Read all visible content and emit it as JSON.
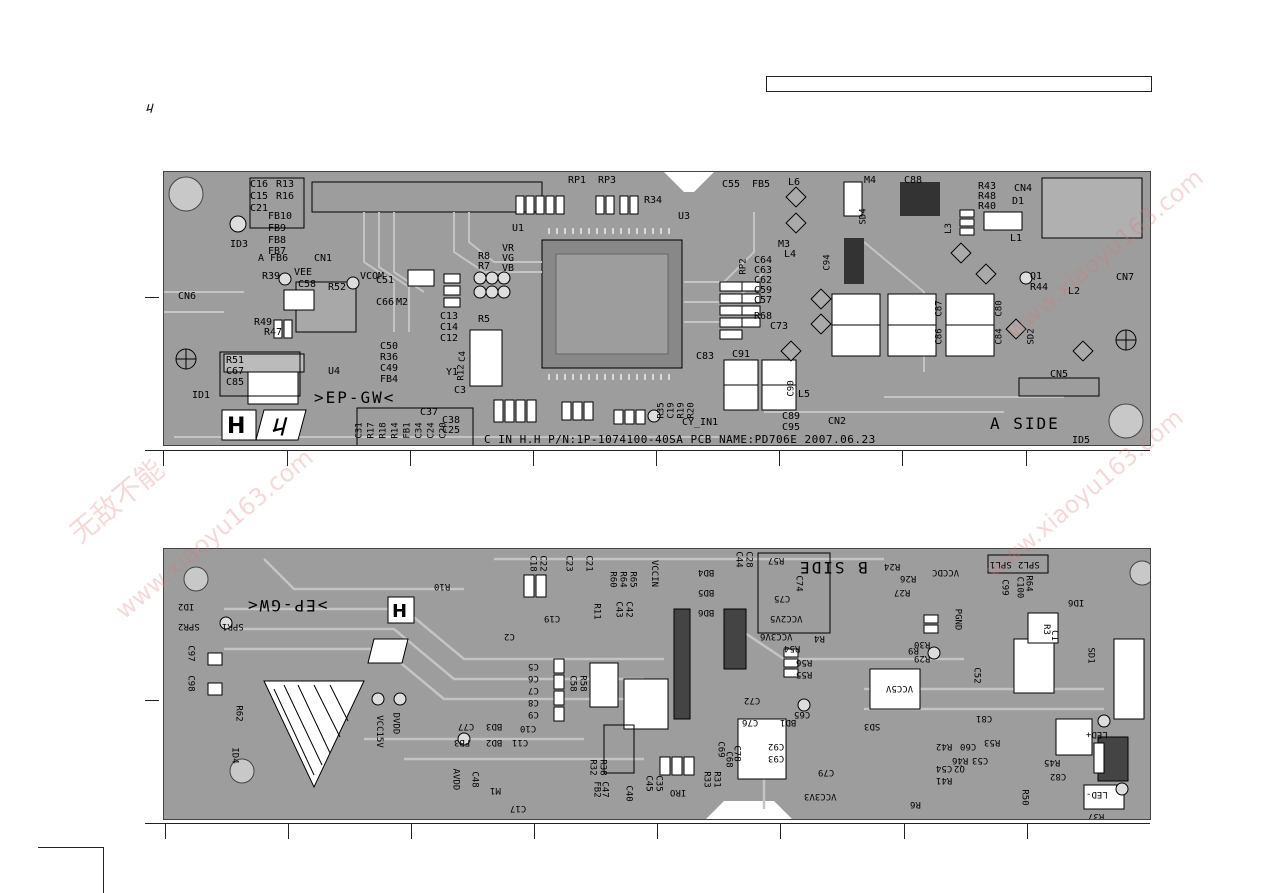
{
  "title_box": "",
  "top_board": {
    "part_number": "C_IN H.H P/N:1P-1074100-40SA  PCB NAME:PD706E  2007.06.23",
    "side": "A SIDE",
    "model": ">EP-GW<",
    "labels": {
      "c16": "C16",
      "c15": "C15",
      "c21": "C21",
      "r13": "R13",
      "r16": "R16",
      "fb10": "FB10",
      "fb9": "FB9",
      "fb8": "FB8",
      "fb7": "FB7",
      "fb6": "A FB6",
      "id3": "ID3",
      "cn1": "CN1",
      "cn6": "CN6",
      "r39": "R39",
      "vee": "VEE",
      "c58": "C58",
      "r52": "R52",
      "vcom": "VCOM",
      "c51": "C51",
      "c66": "C66",
      "m2": "M2",
      "r49": "R49",
      "r47": "R47",
      "u4": "U4",
      "r51": "R51",
      "c67": "C67",
      "c85": "C85",
      "id1": "ID1",
      "c50": "C50",
      "r36": "R36",
      "c49": "C49",
      "fb4": "FB4",
      "c13": "C13",
      "c14": "C14",
      "c12": "C12",
      "r5": "R5",
      "y1": "Y1",
      "c3": "C3",
      "r12": "R12",
      "c4": "C4",
      "u1": "U1",
      "r8": "R8",
      "r7": "R7",
      "vr": "VR",
      "vg": "VG",
      "vb": "VB",
      "rp1": "RP1",
      "rp3": "RP3",
      "r34": "R34",
      "u3": "U3",
      "c55": "C55",
      "fb5": "FB5",
      "l6": "L6",
      "m4": "M4",
      "c88": "C88",
      "m3": "M3",
      "l4": "L4",
      "c64": "C64",
      "c63": "C63",
      "c62": "C62",
      "c59": "C59",
      "c57": "C57",
      "r68": "R68",
      "c73": "C73",
      "rp2": "RP2",
      "c94": "C94",
      "sd4": "SD4",
      "c91": "C91",
      "c83": "C83",
      "l5": "L5",
      "c90": "C90",
      "c89": "C89",
      "c95": "C95",
      "cn2": "CN2",
      "r43": "R43",
      "r48": "R48",
      "r40": "R40",
      "cn4": "CN4",
      "d1": "D1",
      "l3": "L3",
      "l1": "L1",
      "q1": "Q1",
      "r44": "R44",
      "l2": "L2",
      "cn7": "CN7",
      "c87": "C87",
      "c86": "C86",
      "c80": "C80",
      "c84": "C84",
      "sd2": "SD2",
      "cn5": "CN5",
      "id5": "ID5",
      "c37": "C37",
      "c38": "C38",
      "c25": "C25",
      "c31": "C31",
      "r17": "R17",
      "r18": "R18",
      "r14": "R14",
      "fb1": "FB1",
      "c34": "C34",
      "c24": "C24",
      "c20": "C20",
      "r35": "R35",
      "c19": "C19",
      "r19": "R19",
      "r20": "R20",
      "cy_in1": "CY_IN1"
    }
  },
  "bottom_board": {
    "side": "B SIDE",
    "model": ">EP-GW<",
    "labels": {
      "id2": "ID2",
      "spr2": "SPR2",
      "spr1": "SPR1",
      "c97": "C97",
      "c98": "C98",
      "r62": "R62",
      "id4": "ID4",
      "r10": "R10",
      "c22": "C22",
      "c18": "C18",
      "c23": "C23",
      "c21": "C21",
      "c19": "C19",
      "c2": "C2",
      "r11": "R11",
      "r60": "R60",
      "r64": "R64",
      "r65": "R65",
      "c43": "C43",
      "c42": "C42",
      "vccin": "VCCIN",
      "c5": "C5",
      "c6": "C6",
      "c7": "C7",
      "c8": "C8",
      "c9": "C9",
      "c10": "C10",
      "c11": "C11",
      "bd3": "BD3",
      "bd2": "BD2",
      "fb3": "FB3",
      "c77": "C77",
      "c58": "C58",
      "r58": "R58",
      "vcc15v": "VCC15V",
      "dvdd": "DVDD",
      "avdd": "AVDD",
      "m1": "M1",
      "c48": "C48",
      "c17": "C17",
      "r38": "R38",
      "r32": "R32",
      "fb2": "FB2",
      "c47": "C47",
      "c40": "C40",
      "c45": "C45",
      "c35": "C35",
      "r33": "R33",
      "r31": "R31",
      "iro": "IRO",
      "bd4": "BD4",
      "bd5": "BD5",
      "bd6": "BD6",
      "c44": "C44",
      "c28": "C28",
      "r57": "R57",
      "c75": "C75",
      "c74": "C74",
      "vcc2v5": "VCC2V5",
      "vcc3v6": "VCC3V6",
      "r54": "R54",
      "r4": "R4",
      "r55": "R55",
      "r56": "R56",
      "c72": "C72",
      "c65": "C65",
      "c76": "C76",
      "bd1": "BD1",
      "sd3": "SD3",
      "c92": "C92",
      "c93": "C93",
      "c79": "C79",
      "c69": "C69",
      "c68": "C68",
      "c78": "C78",
      "vcc3v3": "VCC3V3",
      "r24": "R24",
      "r26": "R26",
      "vccdc": "VCCDC",
      "r27": "R27",
      "r30": "R30",
      "r29": "R29",
      "r9": "R9",
      "pgnd": "PGND",
      "vcc5v": "VCC5V",
      "c52": "C52",
      "spl1": "SPL1",
      "spl2": "SPL2",
      "c99": "C99",
      "c100": "C100",
      "r64b": "R64",
      "id6": "ID6",
      "r3": "R3",
      "c1": "C1",
      "sd1": "SD1",
      "c81": "C81",
      "c60": "C60",
      "r42": "R42",
      "r53": "R53",
      "c54": "C54",
      "r46": "R46",
      "c53": "C53",
      "r41": "R41",
      "q2": "Q2",
      "r45": "R45",
      "c82": "C82",
      "r6": "R6",
      "r50": "R50",
      "r37": "R37",
      "led_p": "LED+",
      "led_m": "LED-"
    }
  },
  "watermark": {
    "cn": "无敌不能",
    "url": "www.xiaoyu163.com"
  }
}
